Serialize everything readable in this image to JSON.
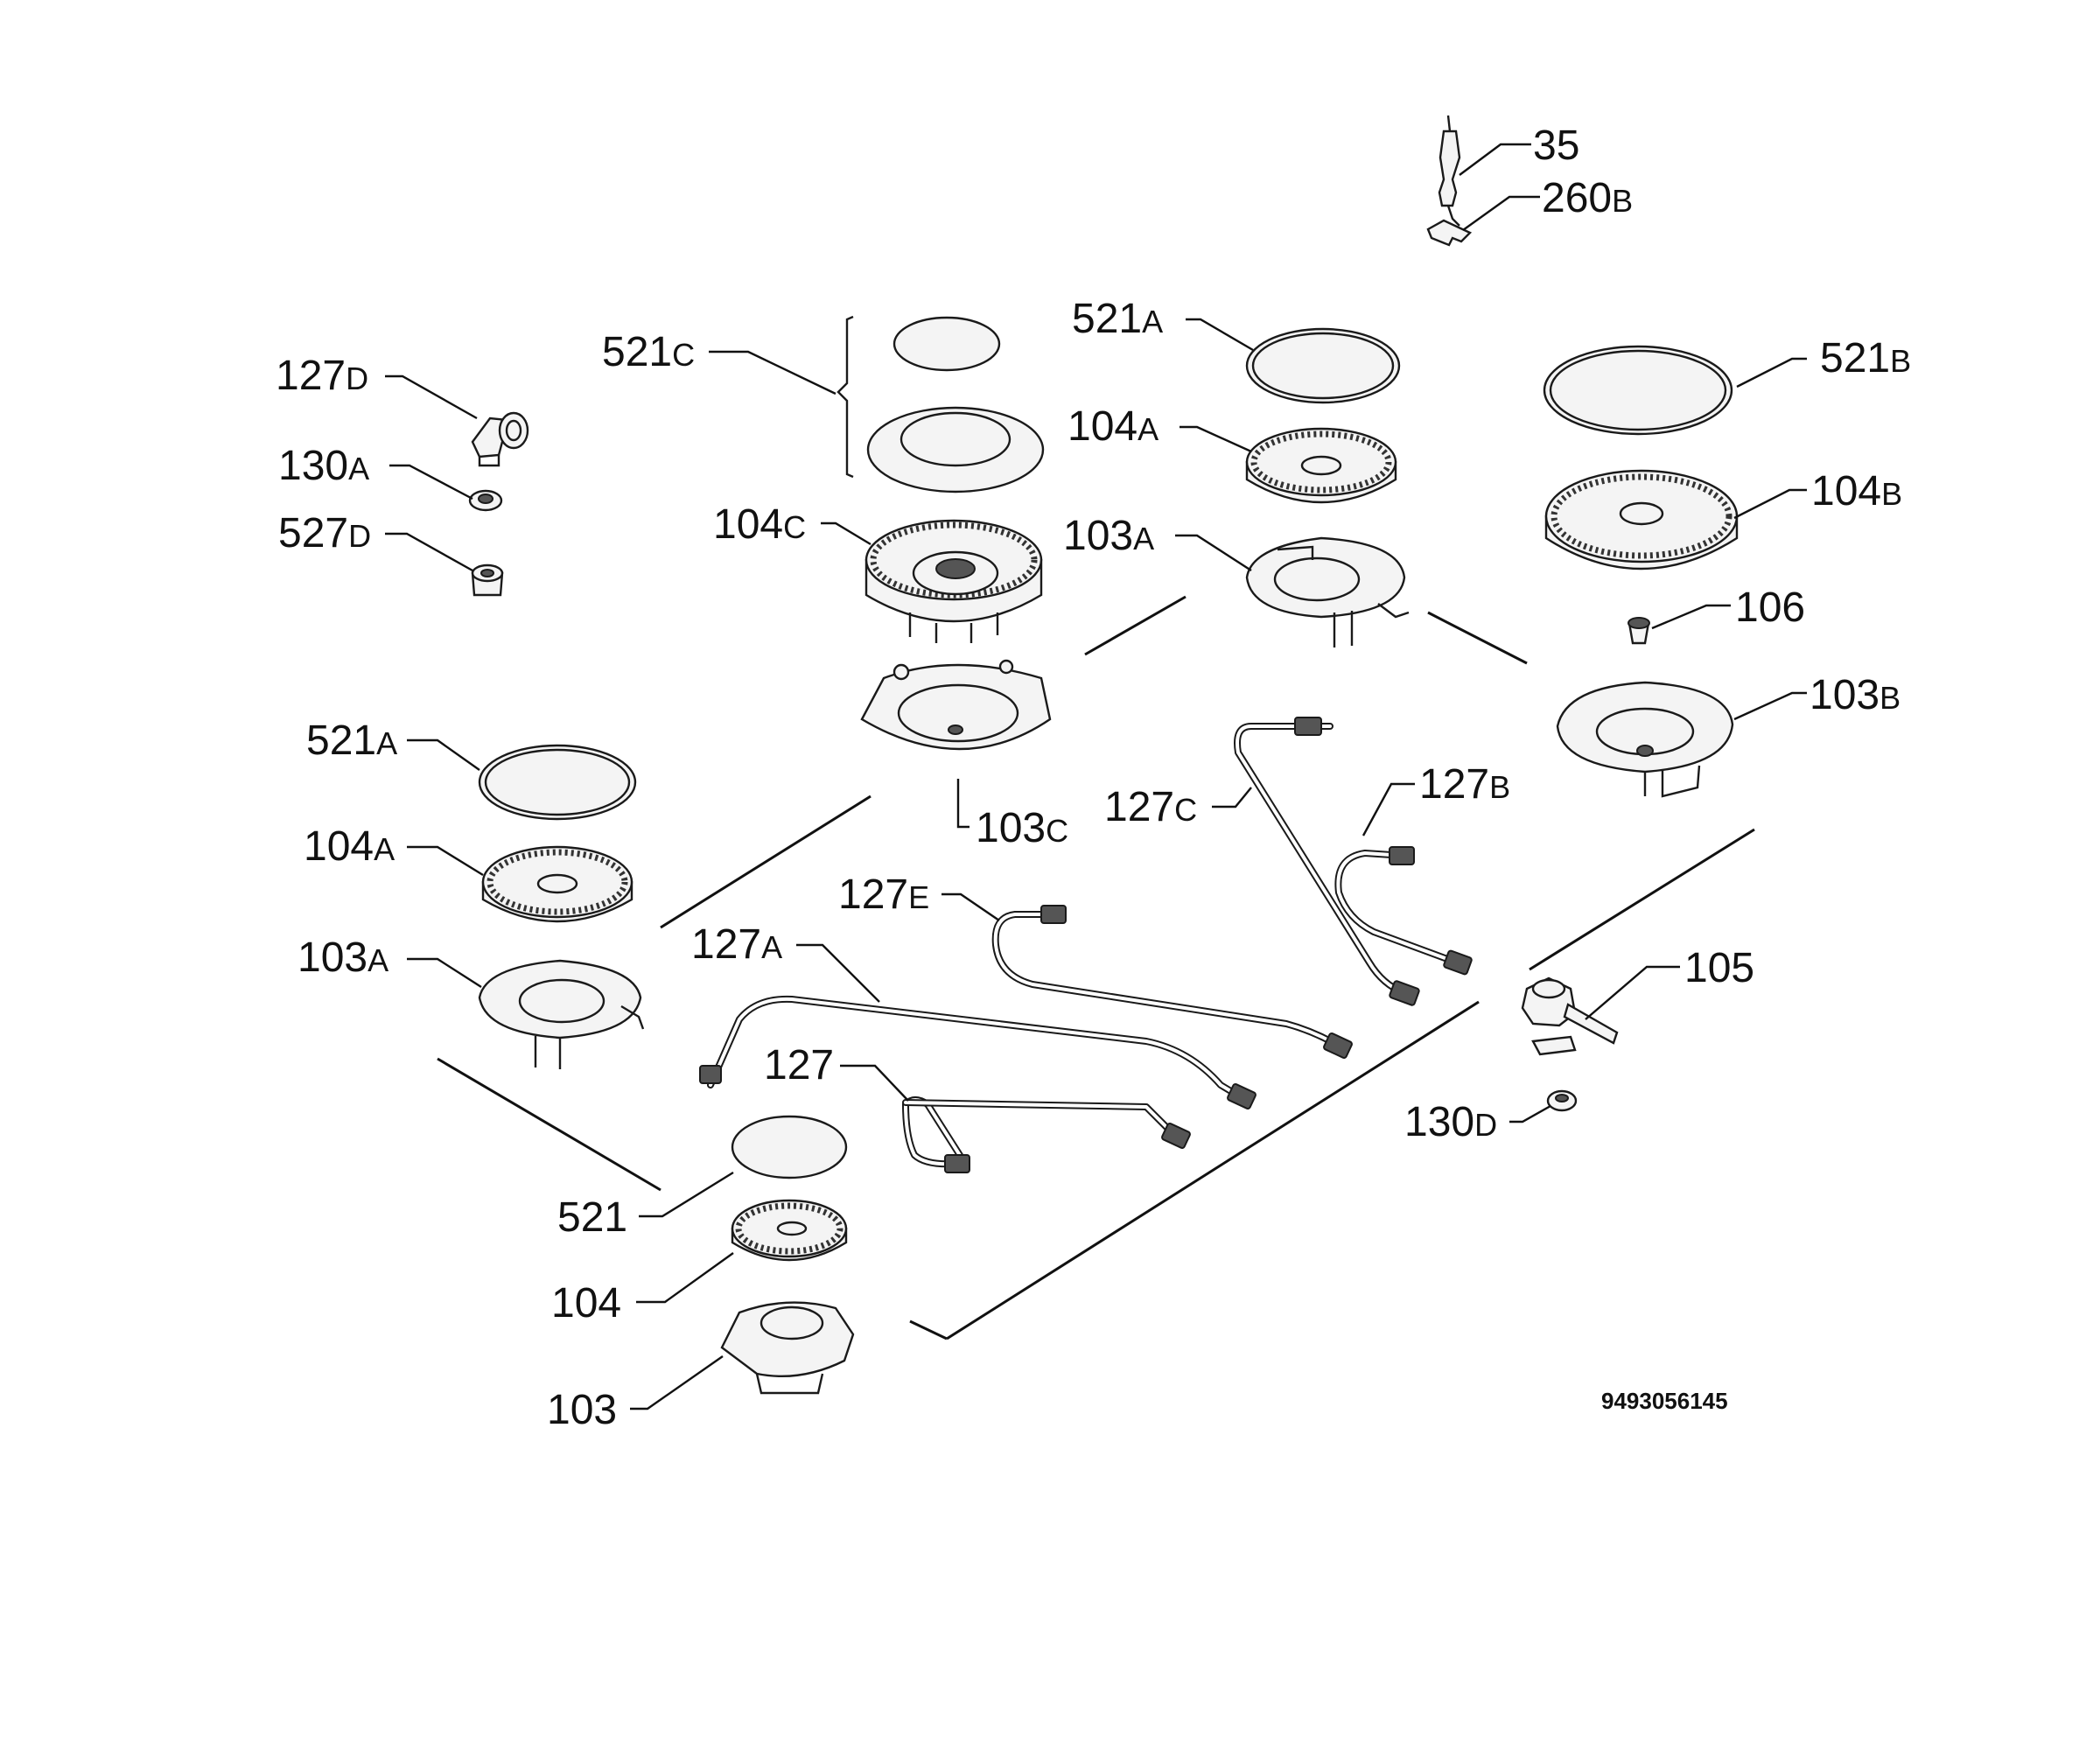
{
  "labels": {
    "p35": {
      "num": "35",
      "suf": ""
    },
    "p260b": {
      "num": "260",
      "suf": "B"
    },
    "p127d": {
      "num": "127",
      "suf": "D"
    },
    "p130a": {
      "num": "130",
      "suf": "A"
    },
    "p527d": {
      "num": "527",
      "suf": "D"
    },
    "p521c": {
      "num": "521",
      "suf": "C"
    },
    "p104c": {
      "num": "104",
      "suf": "C"
    },
    "p103c": {
      "num": "103",
      "suf": "C"
    },
    "p521a_top": {
      "num": "521",
      "suf": "A"
    },
    "p104a_top": {
      "num": "104",
      "suf": "A"
    },
    "p103a_top": {
      "num": "103",
      "suf": "A"
    },
    "p521b": {
      "num": "521",
      "suf": "B"
    },
    "p104b": {
      "num": "104",
      "suf": "B"
    },
    "p106": {
      "num": "106",
      "suf": ""
    },
    "p103b": {
      "num": "103",
      "suf": "B"
    },
    "p521a_left": {
      "num": "521",
      "suf": "A"
    },
    "p104a_left": {
      "num": "104",
      "suf": "A"
    },
    "p103a_left": {
      "num": "103",
      "suf": "A"
    },
    "p127c": {
      "num": "127",
      "suf": "C"
    },
    "p127b": {
      "num": "127",
      "suf": "B"
    },
    "p127e": {
      "num": "127",
      "suf": "E"
    },
    "p127a": {
      "num": "127",
      "suf": "A"
    },
    "p127": {
      "num": "127",
      "suf": ""
    },
    "p105": {
      "num": "105",
      "suf": ""
    },
    "p130d": {
      "num": "130",
      "suf": "D"
    },
    "p521": {
      "num": "521",
      "suf": ""
    },
    "p104": {
      "num": "104",
      "suf": ""
    },
    "p103": {
      "num": "103",
      "suf": ""
    }
  },
  "diagram_code": "9493056145"
}
